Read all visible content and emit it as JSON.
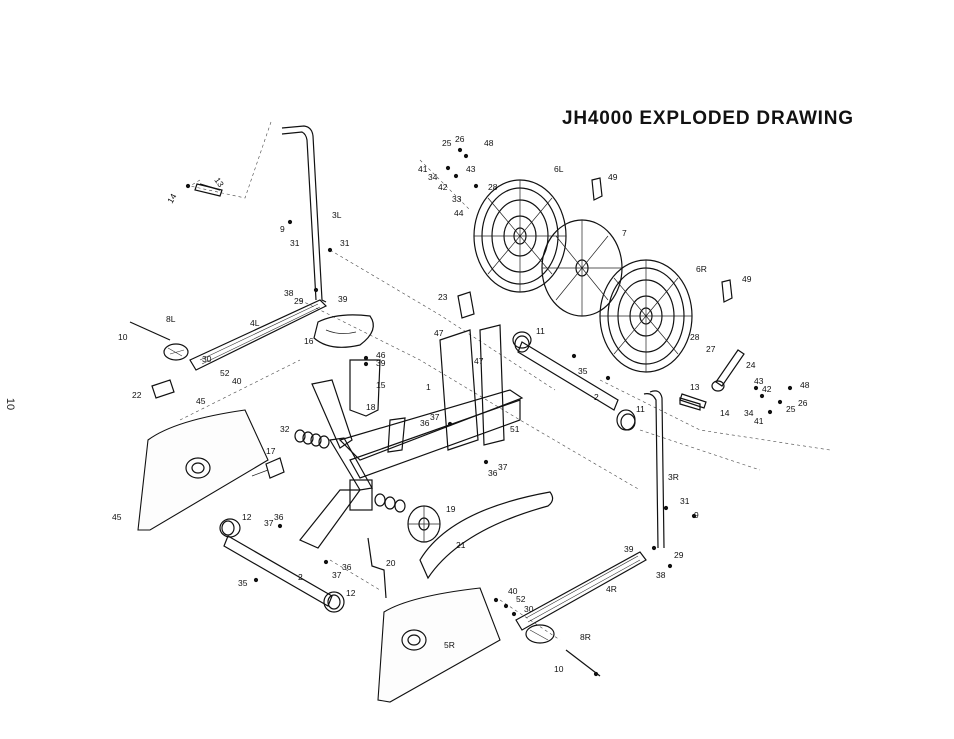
{
  "title": "JH4000 EXPLODED DRAWING",
  "page_number": "10",
  "callouts": [
    "25",
    "26",
    "48",
    "41",
    "43",
    "34",
    "42",
    "28",
    "33",
    "44",
    "6L",
    "49",
    "14",
    "13",
    "9",
    "3L",
    "31",
    "31",
    "7",
    "6R",
    "49",
    "38",
    "29",
    "39",
    "23",
    "11",
    "8L",
    "10",
    "4L",
    "16",
    "47",
    "46",
    "39",
    "47",
    "28",
    "27",
    "24",
    "30",
    "52",
    "40",
    "22",
    "45",
    "1",
    "15",
    "18",
    "35",
    "2",
    "13",
    "43",
    "42",
    "48",
    "11",
    "14",
    "34",
    "25",
    "26",
    "32",
    "36",
    "37",
    "51",
    "41",
    "17",
    "36",
    "37",
    "3R",
    "31",
    "9",
    "45",
    "12",
    "37",
    "36",
    "19",
    "21",
    "39",
    "29",
    "38",
    "20",
    "35",
    "37",
    "2",
    "36",
    "12",
    "40",
    "52",
    "30",
    "4R",
    "5R",
    "8R",
    "10"
  ]
}
